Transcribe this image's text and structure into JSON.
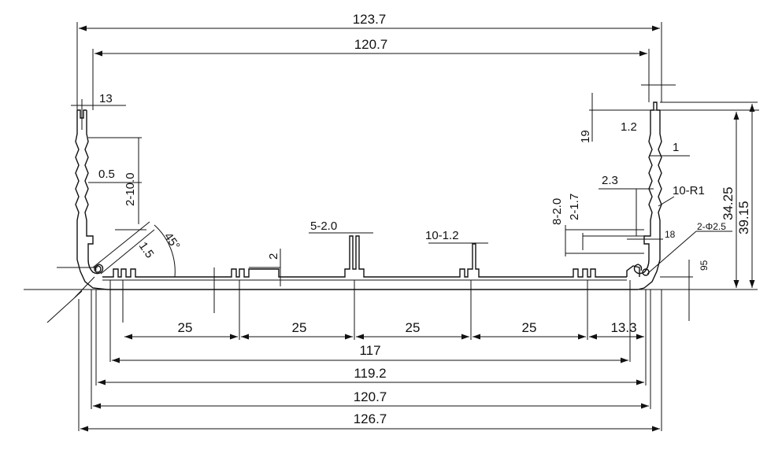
{
  "drawing": {
    "overall_dims": {
      "top_outer": "123.7",
      "top_inner": "120.7",
      "bottom_total": "126.7",
      "bottom_outer": "120.7",
      "bottom_mid": "119.2",
      "bottom_inner": "117"
    },
    "spacing": {
      "s1": "25",
      "s2": "25",
      "s3": "25",
      "s4": "25",
      "s5": "13.3"
    },
    "heights": {
      "outer": "39.15",
      "inner": "34.25"
    },
    "left_wall": {
      "top_width": "13",
      "thickness": "0.5",
      "slot": "2-10.0",
      "fillet": "1.5",
      "angle": "45°"
    },
    "right_wall": {
      "height_19": "19",
      "thickness": "1.2",
      "rib": "1",
      "slot_width": "2.3",
      "ribs": "10-R1",
      "slot_a": "8-2.0",
      "slot_b": "2-1.7",
      "dim_18": "18",
      "holes": "2-Φ2.5",
      "small": "95"
    },
    "floor": {
      "rib_height": "2",
      "ribs_center": "5-2.0",
      "ribs_right": "10-1.2"
    }
  }
}
